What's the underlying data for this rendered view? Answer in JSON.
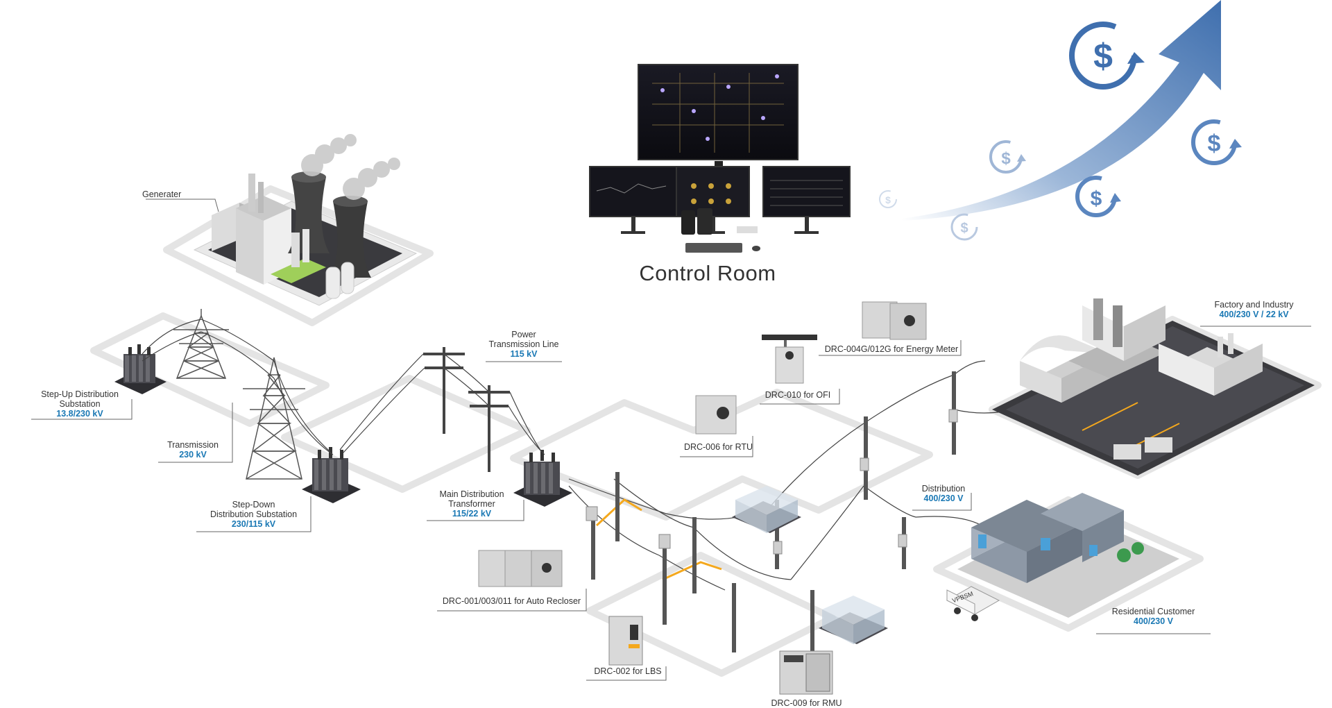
{
  "control_room": {
    "title": "Control Room"
  },
  "labels": {
    "generater": "Generater",
    "step_up": {
      "l1": "Step-Up Distribution",
      "l2": "Substation",
      "v": "13.8/230 kV"
    },
    "transmission": {
      "l1": "Transmission",
      "v": "230 kV"
    },
    "step_down": {
      "l1": "Step-Down",
      "l2": "Distribution Substation",
      "v": "230/115 kV"
    },
    "power_line": {
      "l1": "Power",
      "l2": "Transmission Line",
      "v": "115 kV"
    },
    "main_dist": {
      "l1": "Main Distribution",
      "l2": "Transformer",
      "v": "115/22 kV"
    },
    "drc_001": "DRC-001/003/011 for Auto Recloser",
    "drc_002": "DRC-002 for LBS",
    "drc_006": "DRC-006 for RTU",
    "drc_010": "DRC-010 for OFI",
    "drc_004": "DRC-004G/012G for Energy Meter",
    "drc_009": "DRC-009 for RMU",
    "distribution": {
      "l1": "Distribution",
      "v": "400/230 V"
    },
    "factory": {
      "l1": "Factory and Industry",
      "v": "400/230 V / 22 kV"
    },
    "residential": {
      "l1": "Residential Customer",
      "v": "400/230 V"
    }
  },
  "icons": {
    "dollar_symbol": "$",
    "van_text": "VPBSM"
  },
  "colors": {
    "accent": "#1a78b4",
    "arrow": "#3f6fae",
    "orange_link": "#f4a81d",
    "ground": "#e6e6e6"
  }
}
